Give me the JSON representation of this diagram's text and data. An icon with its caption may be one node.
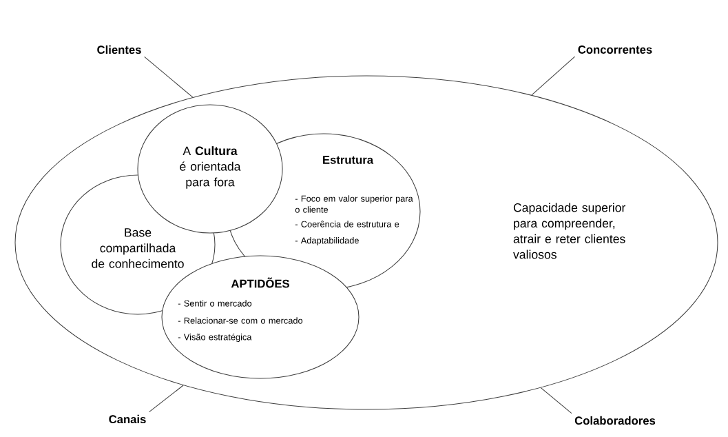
{
  "diagram": {
    "nodes": [
      {
        "text": [
          "Capacidade superior para compreender, atrair e reter clientes valiosos"
        ]
      },
      {
        "text": [
          "A **Cultura** é orientada para fora"
        ],
        "in": 0
      },
      {
        "text": [
          "Estrutura",
          "- Foco em valor superior para o cliente",
          "- Coerência de estrutura e",
          "- Adaptabilidade"
        ],
        "in": 0
      },
      {
        "text": [
          "Base compartilhada de conhecimento"
        ],
        "in": 0
      },
      {
        "text": [
          "APTIDÕES",
          "- Sentir o mercado",
          "- Relacionar-se com o mercado",
          "- Visão estratégica"
        ],
        "in": 0
      },
      {
        "text": [
          "Clientes"
        ]
      },
      {
        "text": [
          "Concorrentes"
        ]
      },
      {
        "text": [
          "Canais"
        ]
      },
      {
        "text": [
          "Colaboradores"
        ]
      }
    ],
    "edges": [
      {
        "from": 5,
        "to": 0,
        "arrow": "none"
      },
      {
        "from": 6,
        "to": 0,
        "arrow": "none"
      },
      {
        "from": 7,
        "to": 0,
        "arrow": "none"
      },
      {
        "from": 8,
        "to": 0,
        "arrow": "none"
      }
    ]
  }
}
